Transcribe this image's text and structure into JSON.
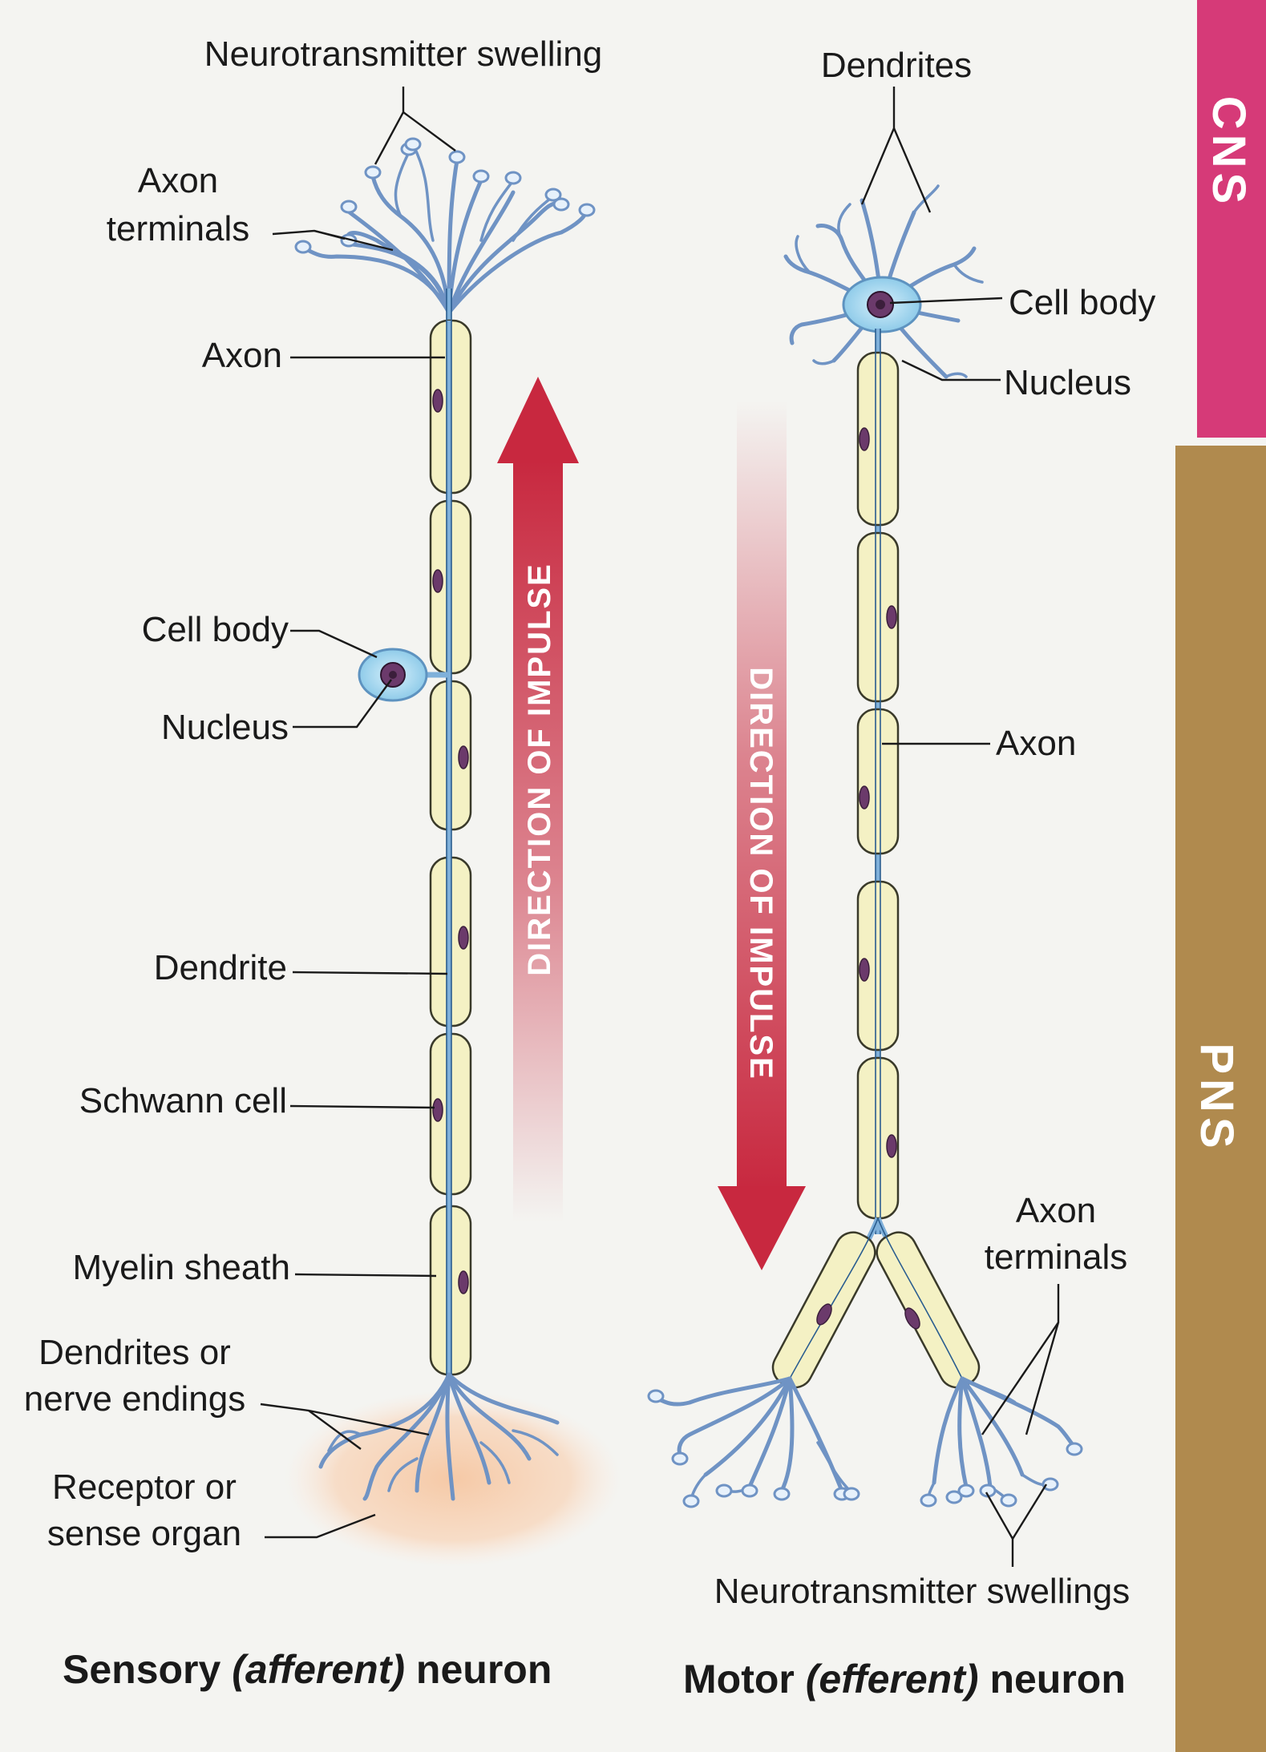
{
  "colors": {
    "cns_band": "#d63a78",
    "pns_band": "#b08a4e",
    "impulse_arrow": "#c8283f",
    "axon": "#7fb0da",
    "myelin": "#f4f1c4",
    "cell_body": "#a8d8ef",
    "nucleus": "#6b3a6b",
    "receptor": "#f6c9a6"
  },
  "bands": {
    "cns": "CNS",
    "pns": "PNS"
  },
  "arrows": {
    "sensory_direction": "DIRECTION OF IMPULSE",
    "motor_direction": "DIRECTION OF IMPULSE"
  },
  "sensory": {
    "neurotransmitter_swelling": "Neurotransmitter swelling",
    "axon_terminals_line1": "Axon",
    "axon_terminals_line2": "terminals",
    "axon": "Axon",
    "cell_body": "Cell body",
    "nucleus": "Nucleus",
    "dendrite": "Dendrite",
    "schwann_cell": "Schwann cell",
    "myelin_sheath": "Myelin sheath",
    "dendrites_line1": "Dendrites or",
    "dendrites_line2": "nerve endings",
    "receptor_line1": "Receptor or",
    "receptor_line2": "sense organ",
    "caption_start": "Sensory",
    "caption_italic": "(afferent)",
    "caption_end": "neuron"
  },
  "motor": {
    "dendrites": "Dendrites",
    "cell_body": "Cell body",
    "nucleus": "Nucleus",
    "axon": "Axon",
    "axon_terminals_line1": "Axon",
    "axon_terminals_line2": "terminals",
    "neurotransmitter_swellings": "Neurotransmitter swellings",
    "caption_start": "Motor",
    "caption_italic": "(efferent)",
    "caption_end": "neuron"
  }
}
